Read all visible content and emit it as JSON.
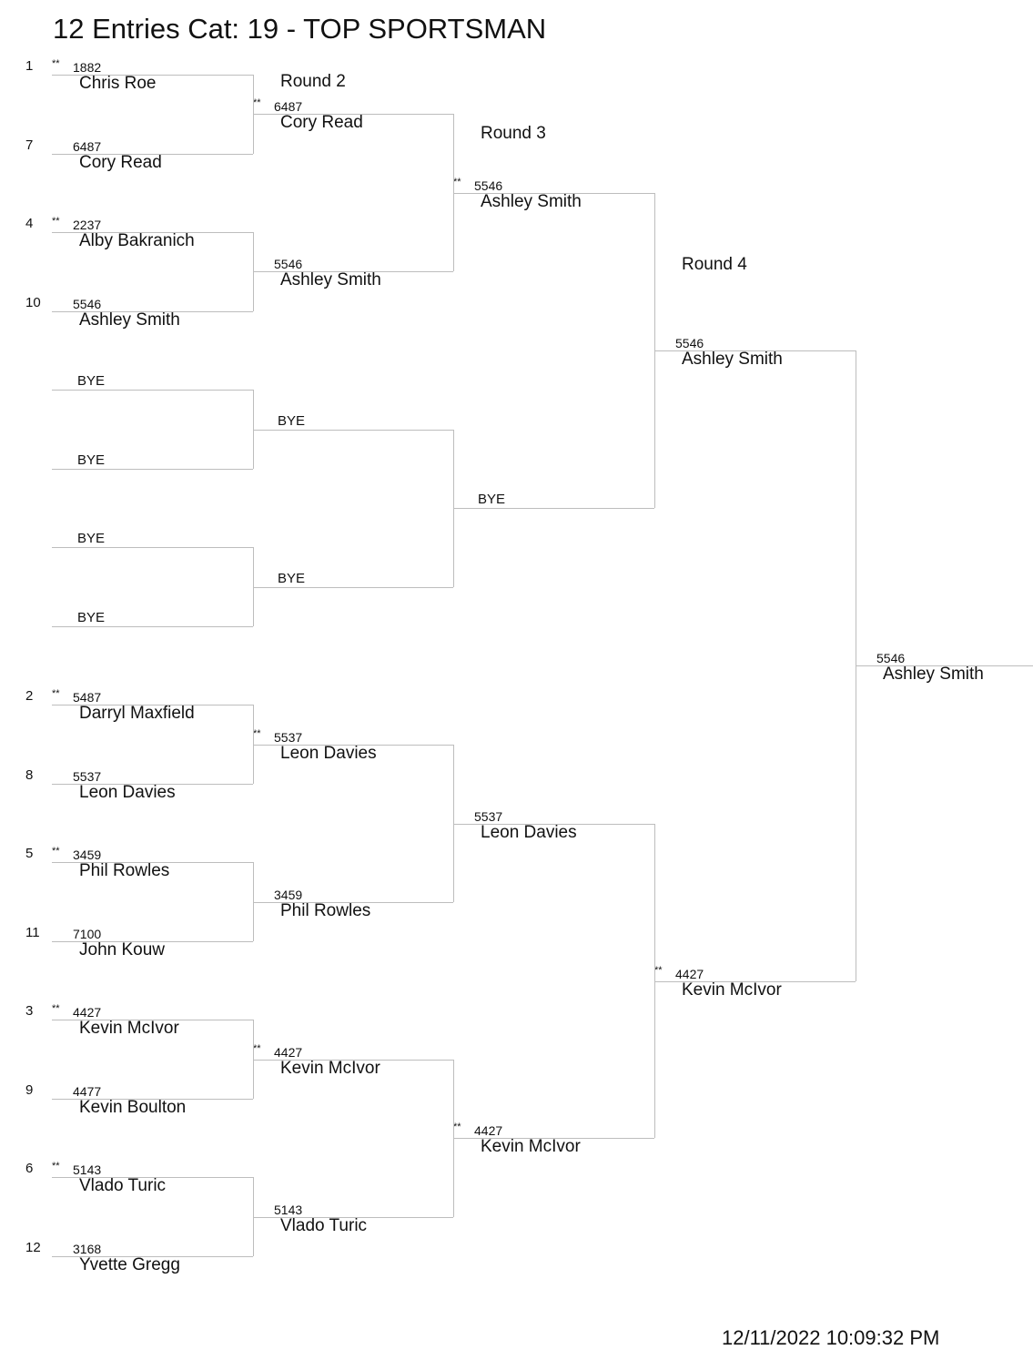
{
  "title": "12 Entries Cat: 19 - TOP SPORTSMAN",
  "rounds": [
    "Round 2",
    "Round 3",
    "Round 4"
  ],
  "footer": "12/11/2022 10:09:32 PM",
  "round1": [
    {
      "seed": "1",
      "star": "**",
      "num": "1882",
      "name": "Chris Roe"
    },
    {
      "seed": "7",
      "star": "",
      "num": "6487",
      "name": "Cory Read"
    },
    {
      "seed": "4",
      "star": "**",
      "num": "2237",
      "name": "Alby Bakranich"
    },
    {
      "seed": "10",
      "star": "",
      "num": "5546",
      "name": "Ashley Smith"
    },
    {
      "seed": "",
      "star": "",
      "num": "",
      "name": "",
      "bye": "BYE"
    },
    {
      "seed": "",
      "star": "",
      "num": "",
      "name": "",
      "bye": "BYE"
    },
    {
      "seed": "",
      "star": "",
      "num": "",
      "name": "",
      "bye": "BYE"
    },
    {
      "seed": "",
      "star": "",
      "num": "",
      "name": "",
      "bye": "BYE"
    },
    {
      "seed": "2",
      "star": "**",
      "num": "5487",
      "name": "Darryl Maxfield"
    },
    {
      "seed": "8",
      "star": "",
      "num": "5537",
      "name": "Leon Davies"
    },
    {
      "seed": "5",
      "star": "**",
      "num": "3459",
      "name": "Phil Rowles"
    },
    {
      "seed": "11",
      "star": "",
      "num": "7100",
      "name": "John Kouw"
    },
    {
      "seed": "3",
      "star": "**",
      "num": "4427",
      "name": "Kevin McIvor"
    },
    {
      "seed": "9",
      "star": "",
      "num": "4477",
      "name": "Kevin Boulton"
    },
    {
      "seed": "6",
      "star": "**",
      "num": "5143",
      "name": "Vlado Turic"
    },
    {
      "seed": "12",
      "star": "",
      "num": "3168",
      "name": "Yvette Gregg"
    }
  ],
  "round2": [
    {
      "star": "**",
      "num": "6487",
      "name": "Cory Read"
    },
    {
      "star": "",
      "num": "5546",
      "name": "Ashley Smith"
    },
    {
      "star": "",
      "num": "",
      "name": "",
      "bye": "BYE"
    },
    {
      "star": "",
      "num": "",
      "name": "",
      "bye": "BYE"
    },
    {
      "star": "**",
      "num": "5537",
      "name": "Leon Davies"
    },
    {
      "star": "",
      "num": "3459",
      "name": "Phil Rowles"
    },
    {
      "star": "**",
      "num": "4427",
      "name": "Kevin McIvor"
    },
    {
      "star": "",
      "num": "5143",
      "name": "Vlado Turic"
    }
  ],
  "round3": [
    {
      "star": "**",
      "num": "5546",
      "name": "Ashley Smith"
    },
    {
      "star": "",
      "num": "",
      "name": "",
      "bye": "BYE"
    },
    {
      "star": "",
      "num": "5537",
      "name": "Leon Davies"
    },
    {
      "star": "**",
      "num": "4427",
      "name": "Kevin McIvor"
    }
  ],
  "round4": [
    {
      "star": "",
      "num": "5546",
      "name": "Ashley Smith"
    },
    {
      "star": "**",
      "num": "4427",
      "name": "Kevin McIvor"
    }
  ],
  "winner": {
    "star": "",
    "num": "5546",
    "name": "Ashley Smith"
  }
}
